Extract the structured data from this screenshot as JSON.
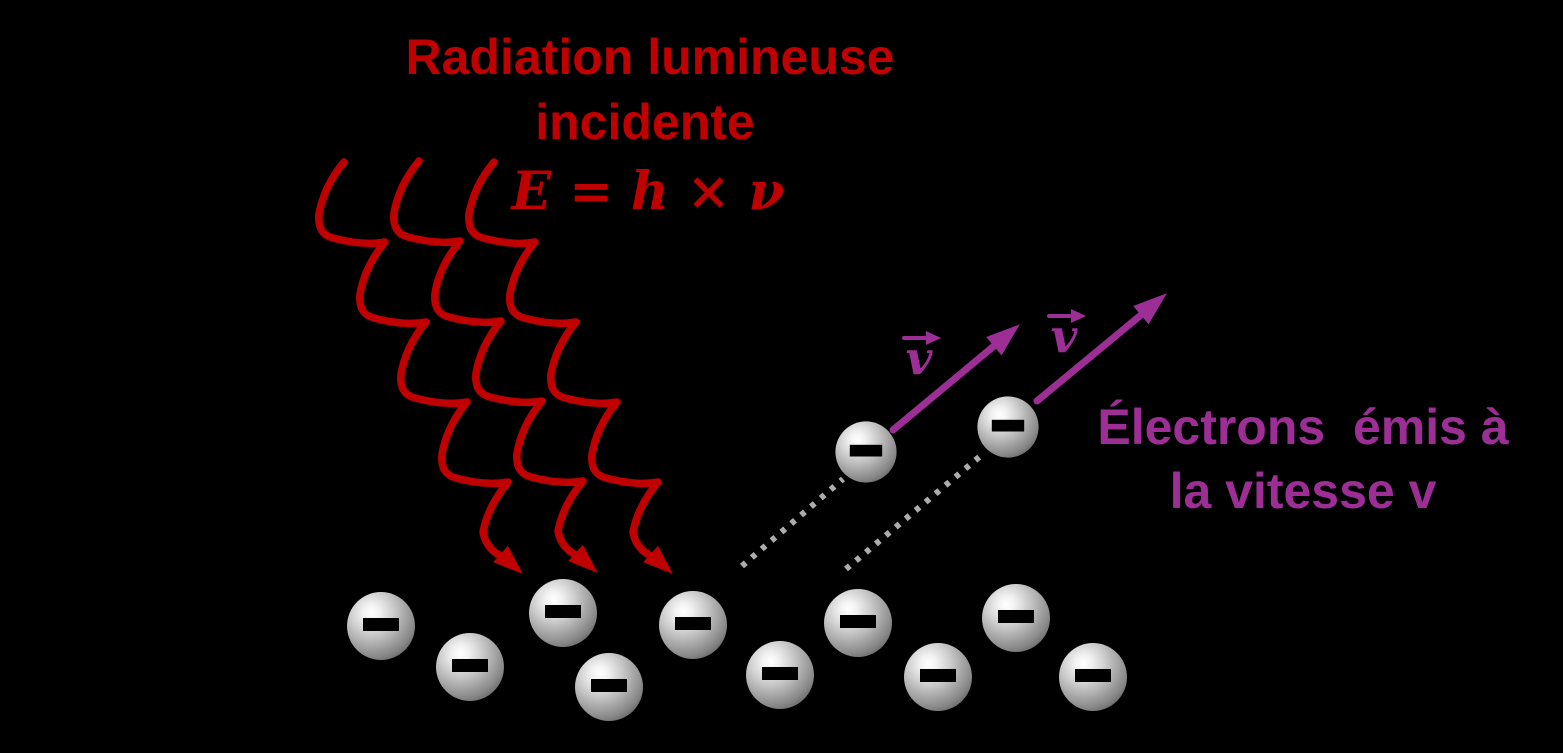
{
  "colors": {
    "red": "#C00000",
    "purple": "#9C2E96",
    "dotted_gray": "#ADADAD",
    "background": "#000000",
    "minus_sign": "#000000"
  },
  "incident": {
    "title_line1": "Radiation lumineuse",
    "title_line2": "incidente",
    "formula": "E = h × ν"
  },
  "emitted": {
    "label_line1": "Électrons  émis à",
    "label_line2": "la vitesse v",
    "v_symbol": "v"
  },
  "electrons": {
    "surface_count": 10,
    "emitted_count": 2
  }
}
